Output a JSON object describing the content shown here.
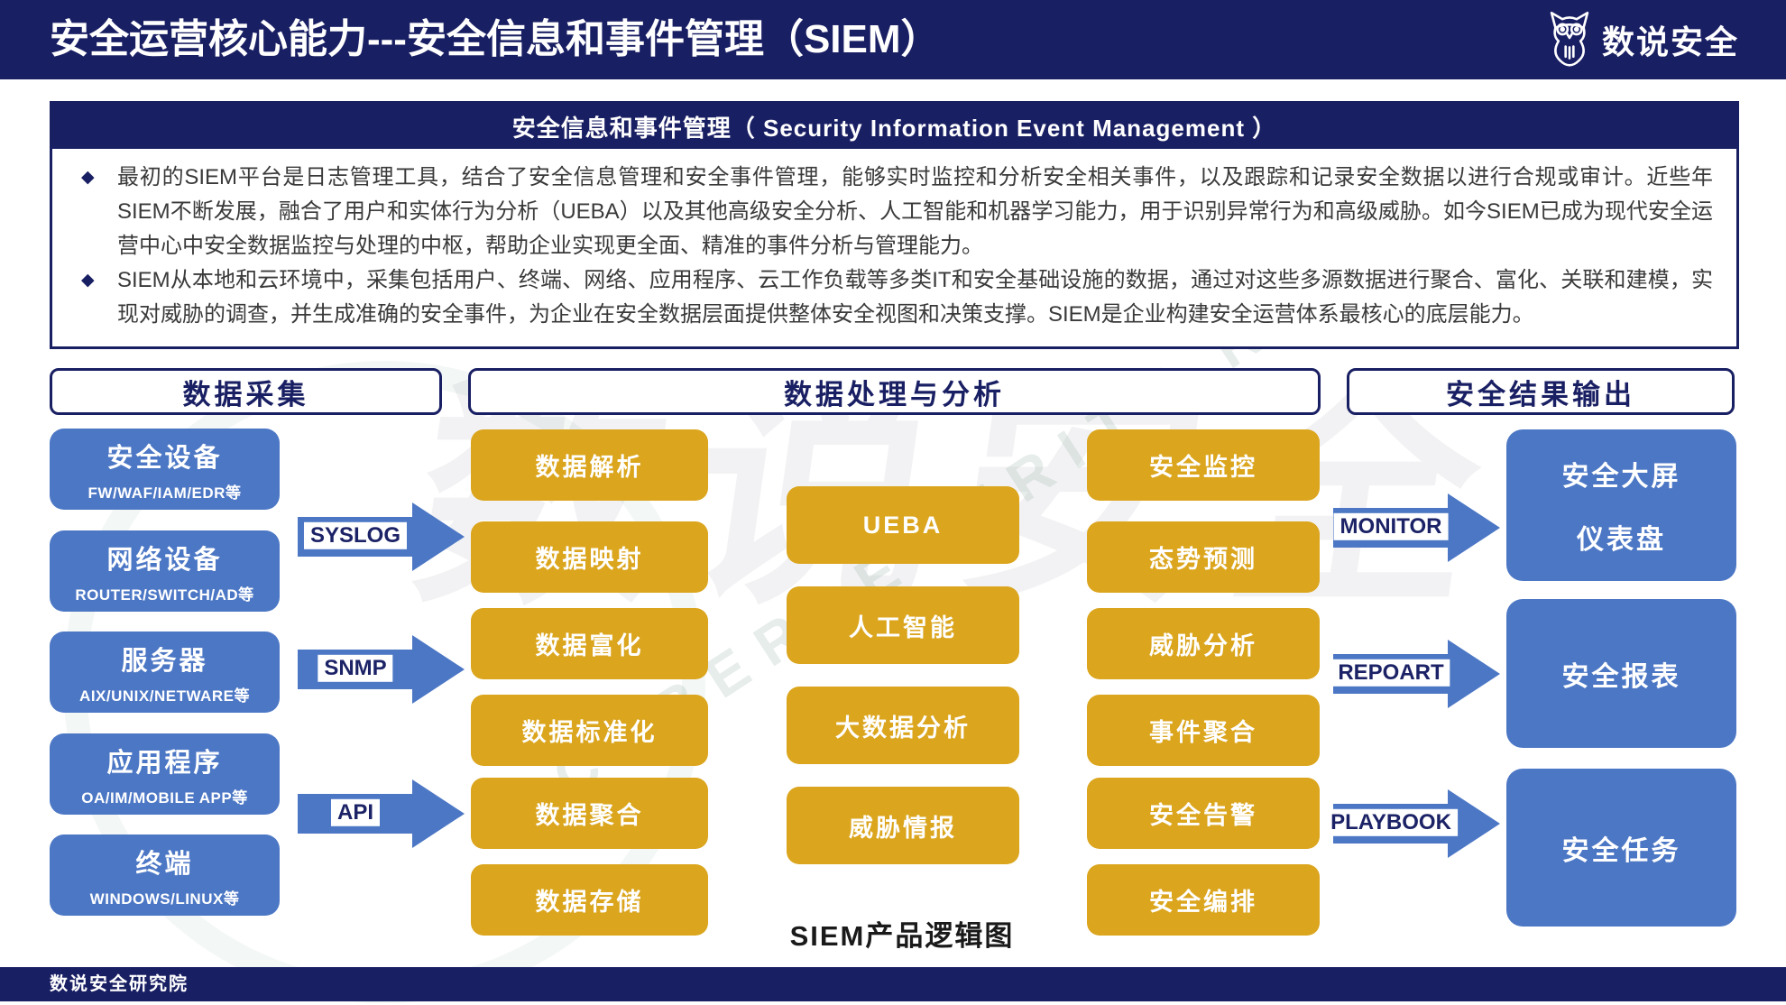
{
  "header": {
    "title": "安全运营核心能力---安全信息和事件管理（SIEM）",
    "brand": "数说安全"
  },
  "banner": {
    "text": "安全信息和事件管理（ Security Information Event Management ）"
  },
  "intro": {
    "bullet_glyph": "◆",
    "bullets": [
      "最初的SIEM平台是日志管理工具，结合了安全信息管理和安全事件管理，能够实时监控和分析安全相关事件，以及跟踪和记录安全数据以进行合规或审计。近些年SIEM不断发展，融合了用户和实体行为分析（UEBA）以及其他高级安全分析、人工智能和机器学习能力，用于识别异常行为和高级威胁。如今SIEM已成为现代安全运营中心中安全数据监控与处理的中枢，帮助企业实现更全面、精准的事件分析与管理能力。",
      "SIEM从本地和云环境中，采集包括用户、终端、网络、应用程序、云工作负载等多类IT和安全基础设施的数据，通过对这些多源数据进行聚合、富化、关联和建模，实现对威胁的调查，并生成准确的安全事件，为企业在安全数据层面提供整体安全视图和决策支撑。SIEM是企业构建安全运营体系最核心的底层能力。"
    ]
  },
  "columns": {
    "collection": {
      "header": "数据采集",
      "boxes": [
        {
          "title": "安全设备",
          "subtitle": "FW/WAF/IAM/EDR等"
        },
        {
          "title": "网络设备",
          "subtitle": "ROUTER/SWITCH/AD等"
        },
        {
          "title": "服务器",
          "subtitle": "AIX/UNIX/NETWARE等"
        },
        {
          "title": "应用程序",
          "subtitle": "OA/IM/MOBILE APP等"
        },
        {
          "title": "终端",
          "subtitle": "WINDOWS/LINUX等"
        }
      ]
    },
    "processing": {
      "header": "数据处理与分析",
      "stage1": [
        "数据解析",
        "数据映射",
        "数据富化",
        "数据标准化",
        "数据聚合",
        "数据存储"
      ],
      "stage2": [
        "UEBA",
        "人工智能",
        "大数据分析",
        "威胁情报"
      ],
      "stage3": [
        "安全监控",
        "态势预测",
        "威胁分析",
        "事件聚合",
        "安全告警",
        "安全编排"
      ]
    },
    "output": {
      "header": "安全结果输出",
      "boxes": [
        {
          "lines": [
            "安全大屏",
            "仪表盘"
          ]
        },
        {
          "lines": [
            "安全报表"
          ]
        },
        {
          "lines": [
            "安全任务"
          ]
        }
      ]
    }
  },
  "arrows": {
    "left": [
      "SYSLOG",
      "SNMP",
      "API"
    ],
    "right": [
      "MONITOR",
      "REPOART",
      "PLAYBOOK"
    ]
  },
  "caption": "SIEM产品逻辑图",
  "footer": "数说安全研究院",
  "watermark": {
    "cn": "数说安全",
    "en": "CYBERSECURITY REVIEWS"
  },
  "colors": {
    "navy": "#191f63",
    "blue": "#4c77c5",
    "gold": "#dba51d"
  }
}
